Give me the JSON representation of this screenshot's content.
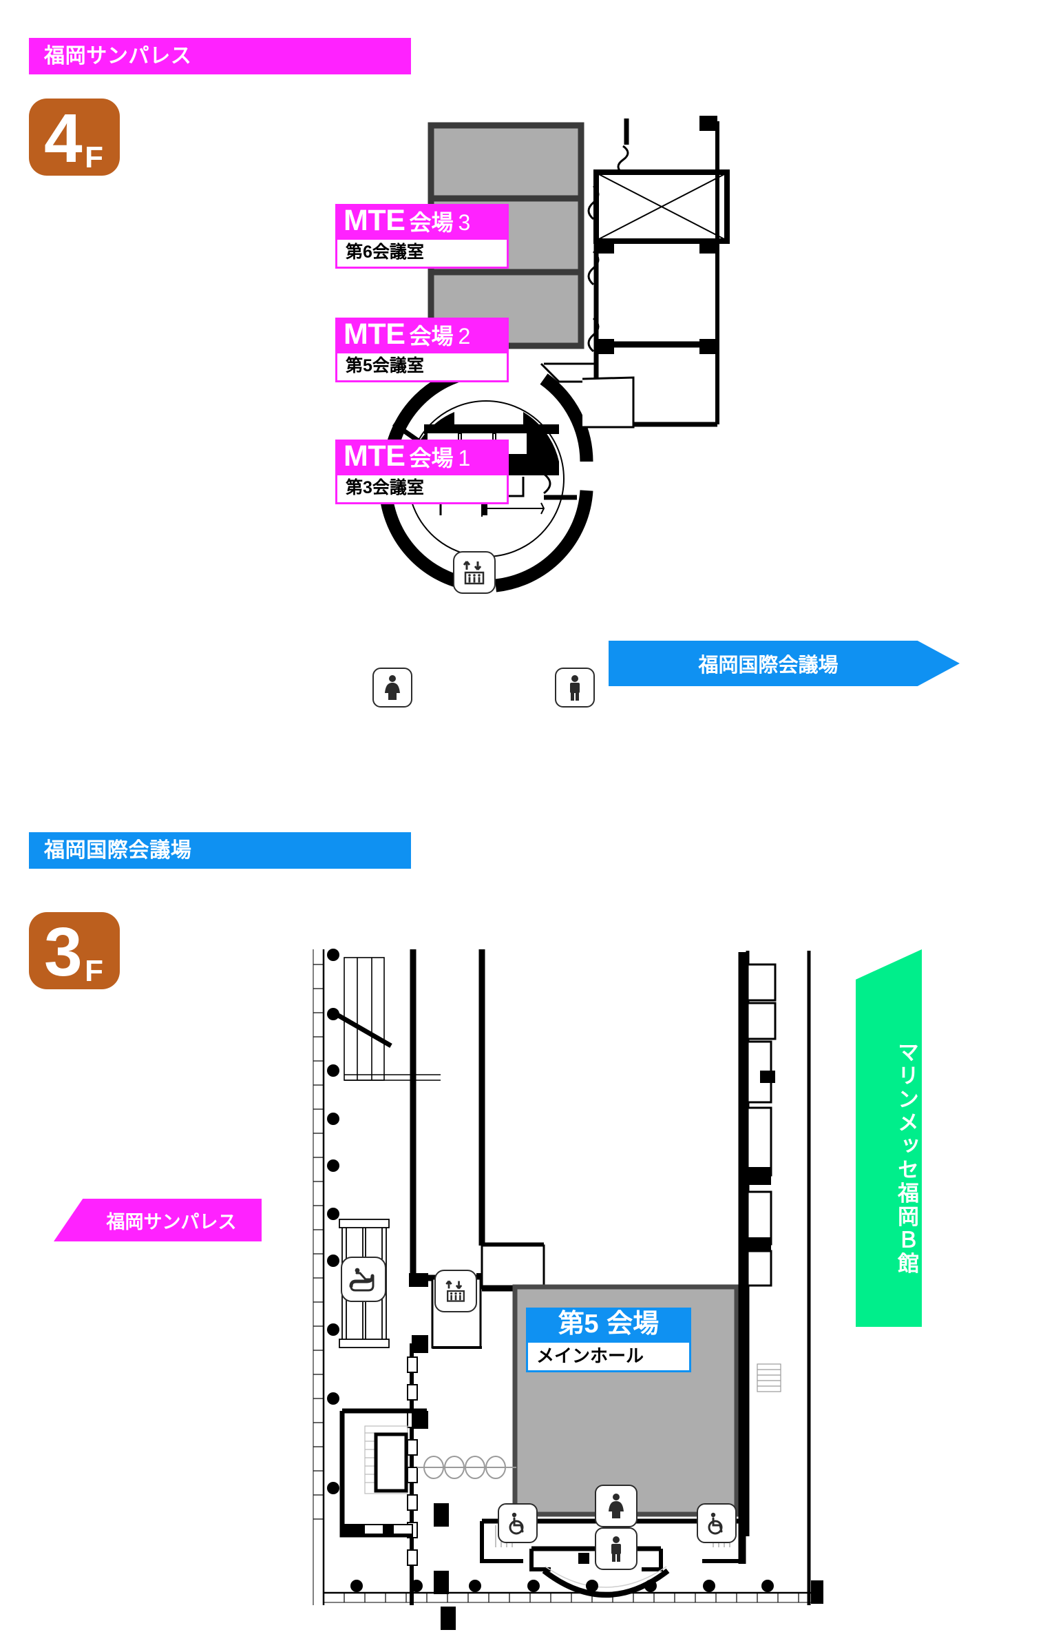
{
  "page": {
    "title": "会場案内図",
    "background": "#ffffff",
    "colors": {
      "sunpalace_magenta": "#FF22FF",
      "kokusai_blue": "#0F91F2",
      "marine_green": "#00EE8B",
      "floor_badge_brown": "#BC5F1E",
      "room_fill_gray": "#ADADAD",
      "wall_black": "#000000"
    }
  },
  "sections": [
    {
      "id": "sunpalace-4f",
      "bar_label": "福岡サンパレス",
      "bar_color": "#FF22FF",
      "floor": {
        "number": "4",
        "suffix": "F",
        "color": "#BC5F1E"
      },
      "venues": [
        {
          "code": "MTE",
          "kaijo": "会場",
          "index": "3",
          "room": "第6会議室"
        },
        {
          "code": "MTE",
          "kaijo": "会場",
          "index": "2",
          "room": "第5会議室"
        },
        {
          "code": "MTE",
          "kaijo": "会場",
          "index": "1",
          "room": "第3会議室"
        }
      ],
      "arrows": [
        {
          "label": "福岡国際会議場",
          "color": "#0F91F2",
          "direction": "right"
        }
      ],
      "pictograms": [
        {
          "name": "elevator-icon",
          "label": "エレベーター"
        },
        {
          "name": "womens-restroom-icon",
          "label": "女子トイレ"
        },
        {
          "name": "mens-restroom-icon",
          "label": "男子トイレ"
        }
      ]
    },
    {
      "id": "kokusai-3f",
      "bar_label": "福岡国際会議場",
      "bar_color": "#0F91F2",
      "floor": {
        "number": "3",
        "suffix": "F",
        "color": "#BC5F1E"
      },
      "venues": [
        {
          "code": "第5",
          "kaijo": "会場",
          "index": "",
          "room": "メインホール"
        }
      ],
      "arrows": [
        {
          "label": "福岡サンパレス",
          "color": "#FF22FF",
          "direction": "left"
        },
        {
          "label": "マリンメッセ福岡Ｂ館",
          "color": "#00EE8B",
          "direction": "up"
        }
      ],
      "pictograms": [
        {
          "name": "escalator-icon",
          "label": "エスカレーター"
        },
        {
          "name": "elevator-icon",
          "label": "エレベーター"
        },
        {
          "name": "womens-restroom-icon",
          "label": "女子トイレ"
        },
        {
          "name": "mens-restroom-icon",
          "label": "男子トイレ"
        },
        {
          "name": "accessible-restroom-icon-left",
          "label": "多目的トイレ"
        },
        {
          "name": "accessible-restroom-icon-right",
          "label": "多目的トイレ"
        }
      ]
    }
  ],
  "chip_mte3": {
    "code": "MTE",
    "kaijo": "会場",
    "index": "3",
    "room": "第6会議室"
  },
  "chip_mte2": {
    "code": "MTE",
    "kaijo": "会場",
    "index": "2",
    "room": "第5会議室"
  },
  "chip_mte1": {
    "code": "MTE",
    "kaijo": "会場",
    "index": "1",
    "room": "第3会議室"
  },
  "chip_hall5": {
    "code": "第5",
    "kaijo": "会場",
    "room": "メインホール"
  },
  "arrow_kokusai": {
    "label": "福岡国際会議場"
  },
  "arrow_sunpalace": {
    "label": "福岡サンパレス"
  },
  "arrow_marine": {
    "label": "マリンメッセ福岡Ｂ館"
  },
  "bar_4f": {
    "label": "福岡サンパレス"
  },
  "bar_3f": {
    "label": "福岡国際会議場"
  },
  "badge_4f": {
    "number": "4",
    "suffix": "F"
  },
  "badge_3f": {
    "number": "3",
    "suffix": "F"
  }
}
